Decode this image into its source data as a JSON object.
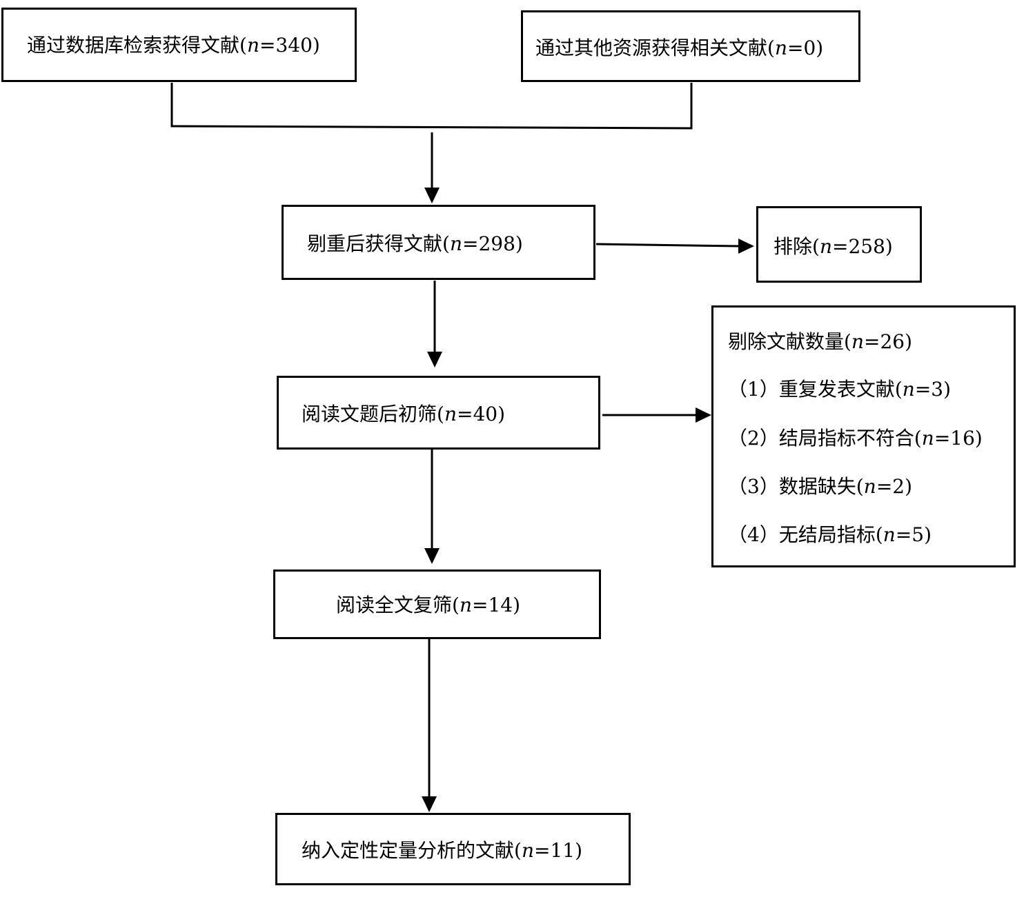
{
  "boxes": {
    "database": {
      "text": "通过数据库检索获得文献",
      "open": "(",
      "var": "n",
      "rest": "=340)"
    },
    "other": {
      "text": "通过其他资源获得相关文献",
      "open": "(",
      "var": "n",
      "rest": "=0)"
    },
    "dedup": {
      "text": "剔重后获得文献",
      "open": "(",
      "var": "n",
      "rest": "=298)"
    },
    "excluded": {
      "text": "排除",
      "open": "(",
      "var": "n",
      "rest": "=258)"
    },
    "title_screen": {
      "text": "阅读文题后初筛",
      "open": "(",
      "var": "n",
      "rest": "=40)"
    },
    "removed": {
      "header": {
        "text": "剔除文献数量",
        "open": "(",
        "var": "n",
        "rest": "=26)"
      },
      "items": [
        {
          "text": "（1）重复发表文献",
          "open": "(",
          "var": "n",
          "rest": "=3)"
        },
        {
          "text": "（2）结局指标不符合",
          "open": "(",
          "var": "n",
          "rest": "=16)"
        },
        {
          "text": "（3）数据缺失",
          "open": "(",
          "var": "n",
          "rest": "=2)"
        },
        {
          "text": "（4）无结局指标",
          "open": "(",
          "var": "n",
          "rest": "=5)"
        }
      ]
    },
    "fulltext": {
      "text": "阅读全文复筛",
      "open": "(",
      "var": "n",
      "rest": "=14)"
    },
    "included": {
      "text": "纳入定性定量分析的文献",
      "open": "(",
      "var": "n",
      "rest": "=11)"
    }
  }
}
